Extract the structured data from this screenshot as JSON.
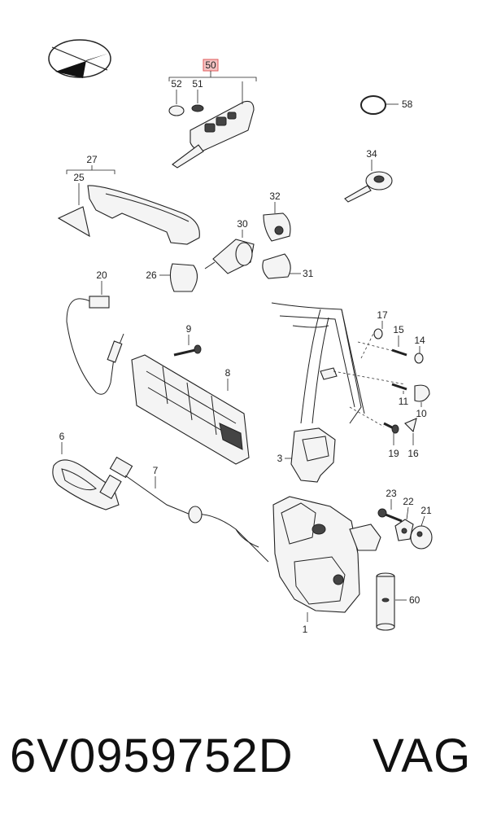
{
  "callouts": {
    "c1": "1",
    "c3": "3",
    "c6": "6",
    "c7": "7",
    "c8": "8",
    "c9": "9",
    "c10": "10",
    "c11": "11",
    "c14": "14",
    "c15": "15",
    "c16": "16",
    "c17": "17",
    "c19": "19",
    "c20": "20",
    "c21": "21",
    "c22": "22",
    "c23": "23",
    "c25": "25",
    "c26": "26",
    "c27": "27",
    "c30": "30",
    "c31": "31",
    "c32": "32",
    "c34": "34",
    "c50": "50",
    "c51": "51",
    "c52": "52",
    "c58": "58",
    "c60": "60"
  },
  "highlight_color": "#e05a5a",
  "footer": {
    "part_number": "6V0959752D",
    "brand": "VAG"
  }
}
